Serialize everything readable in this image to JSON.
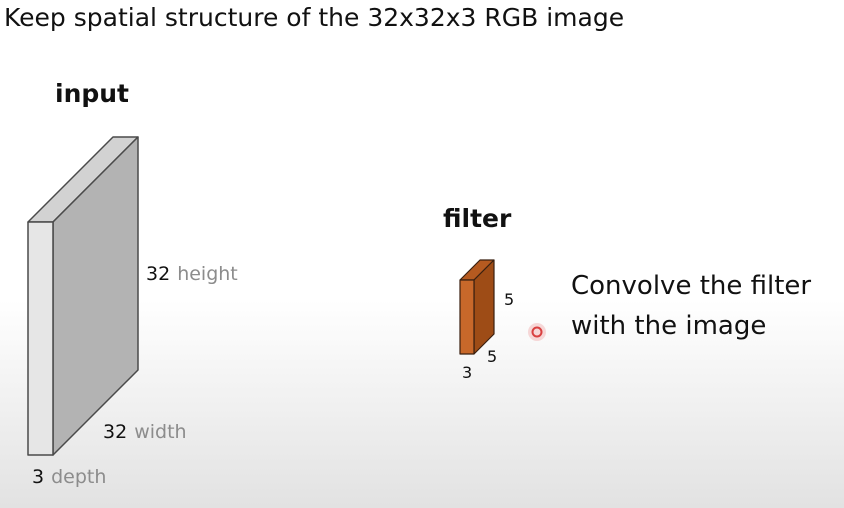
{
  "heading": "Keep spatial structure of the 32x32x3 RGB image",
  "input": {
    "label": "input",
    "height_value": "32",
    "height_word": "height",
    "width_value": "32",
    "width_word": "width",
    "depth_value": "3",
    "depth_word": "depth",
    "colors": {
      "front": "#e6e6e6",
      "side": "#b3b3b3",
      "top": "#d2d2d2",
      "edge": "#4a4a4a"
    }
  },
  "filter": {
    "label": "filter",
    "height_value": "5",
    "width_value": "5",
    "depth_value": "3",
    "colors": {
      "front": "#c8682a",
      "side": "#9e4c16",
      "top": "#b55a20",
      "edge": "#3a2010"
    }
  },
  "caption": {
    "line1": "Convolve the filter",
    "line2": "with the image"
  },
  "cursor_color": "#d94040"
}
